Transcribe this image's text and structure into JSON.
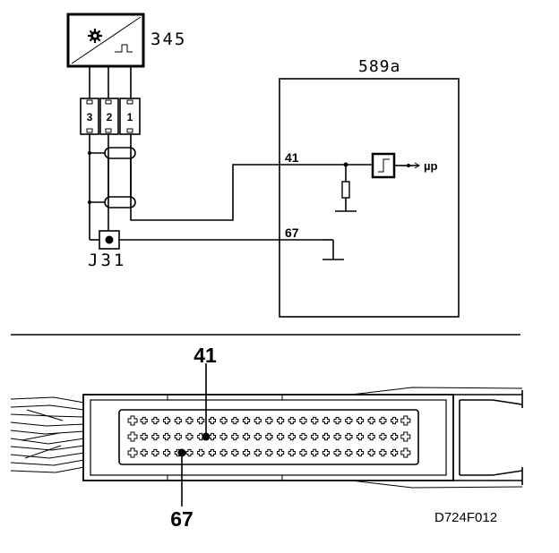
{
  "sensor": {
    "id": "345",
    "icon": "gear-icon",
    "waveform_icon": "square-pulse-icon"
  },
  "connector_pins": [
    "3",
    "2",
    "1"
  ],
  "ecu": {
    "id": "589a",
    "pin_signal": "41",
    "pin_ground": "67",
    "output_label": "µp"
  },
  "junction": {
    "id": "J31"
  },
  "plug": {
    "pin_upper": "41",
    "pin_lower": "67"
  },
  "figure_code": "D724F012"
}
